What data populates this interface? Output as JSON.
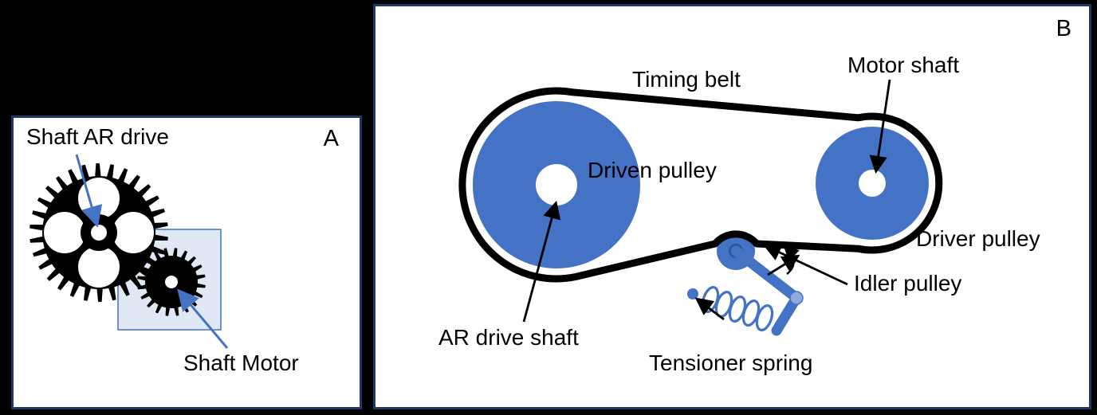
{
  "figure": {
    "panel_a": {
      "tag": "A",
      "labels": {
        "shaft_ar_drive": "Shaft AR drive",
        "shaft_motor": "Shaft Motor"
      }
    },
    "panel_b": {
      "tag": "B",
      "labels": {
        "timing_belt": "Timing belt",
        "motor_shaft": "Motor shaft",
        "driven_pulley": "Driven pulley",
        "driver_pulley": "Driver pulley",
        "idler_pulley": "Idler pulley",
        "ar_drive_shaft": "AR drive shaft",
        "tensioner_spring": "Tensioner spring"
      }
    },
    "colors": {
      "pulley_blue": "#4472C4",
      "dark_blue": "#2E5395",
      "light_blue_square": "#DAE3F3",
      "panel_border": "#1F3864",
      "belt": "#000000"
    }
  }
}
